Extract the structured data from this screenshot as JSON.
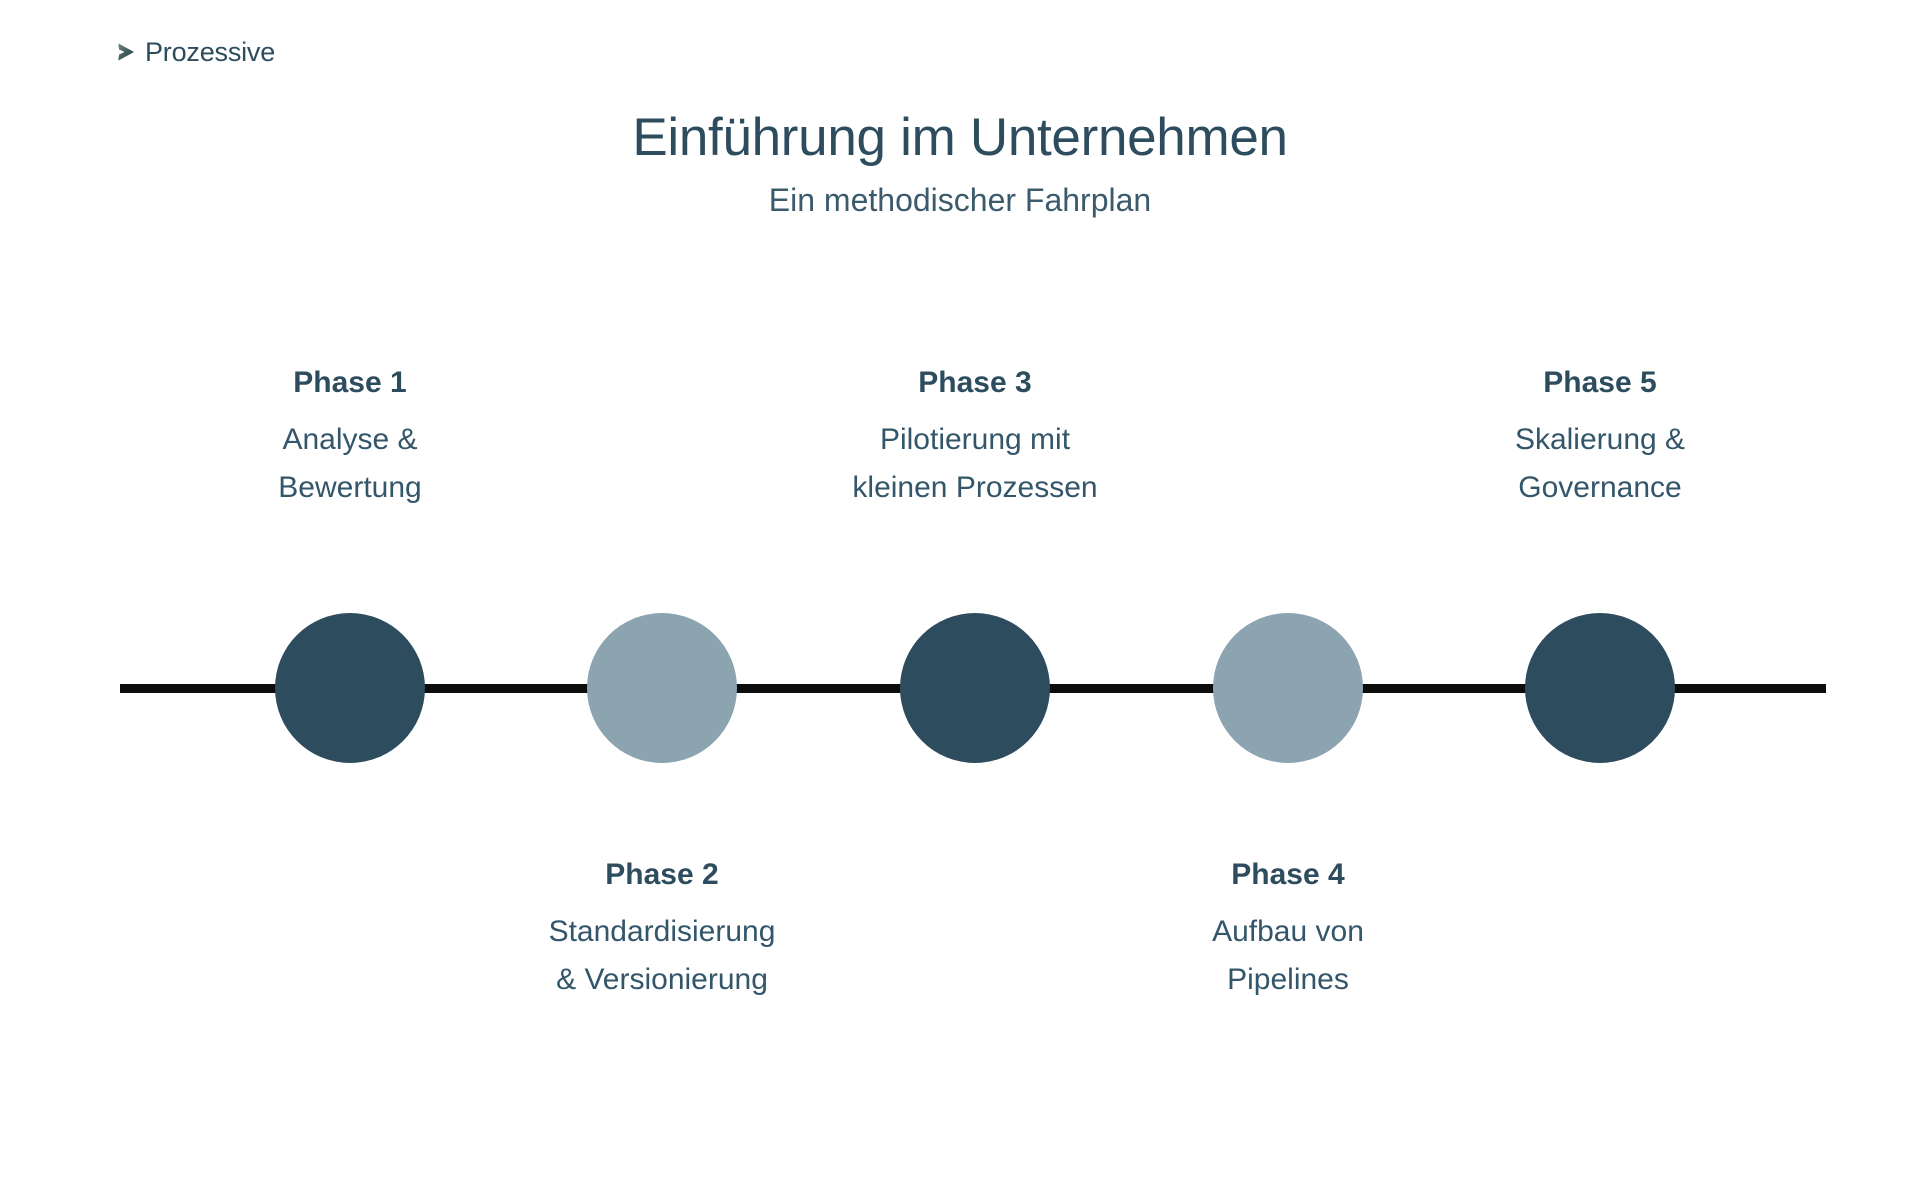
{
  "brand": {
    "name": "Prozessive",
    "mark_icon": "chevron-right-icon",
    "mark_gradient_from": "#5f7f63",
    "mark_gradient_to": "#23384a",
    "text_color": "#2d4c5e"
  },
  "header": {
    "title": "Einführung im Unternehmen",
    "subtitle": "Ein methodischer Fahrplan"
  },
  "colors": {
    "background": "#ffffff",
    "dark_node": "#2d4c5e",
    "light_node": "#8ca3b0",
    "line": "#0d0d0d",
    "title_text": "#2d4c5e",
    "body_text": "#33566a"
  },
  "timeline": {
    "orientation": "horizontal",
    "phase_count": 5,
    "phases": [
      {
        "title": "Phase 1",
        "line1": "Analyse &",
        "line2": "Bewertung",
        "position": "above",
        "node_color": "#2d4c5e",
        "node_style": "dark"
      },
      {
        "title": "Phase 2",
        "line1": "Standardisierung",
        "line2": "& Versionierung",
        "position": "below",
        "node_color": "#8ca3b0",
        "node_style": "light"
      },
      {
        "title": "Phase 3",
        "line1": "Pilotierung mit",
        "line2": "kleinen Prozessen",
        "position": "above",
        "node_color": "#2d4c5e",
        "node_style": "dark"
      },
      {
        "title": "Phase 4",
        "line1": "Aufbau von",
        "line2": "Pipelines",
        "position": "below",
        "node_color": "#8ca3b0",
        "node_style": "light"
      },
      {
        "title": "Phase 5",
        "line1": "Skalierung &",
        "line2": "Governance",
        "position": "above",
        "node_color": "#2d4c5e",
        "node_style": "dark"
      }
    ]
  }
}
